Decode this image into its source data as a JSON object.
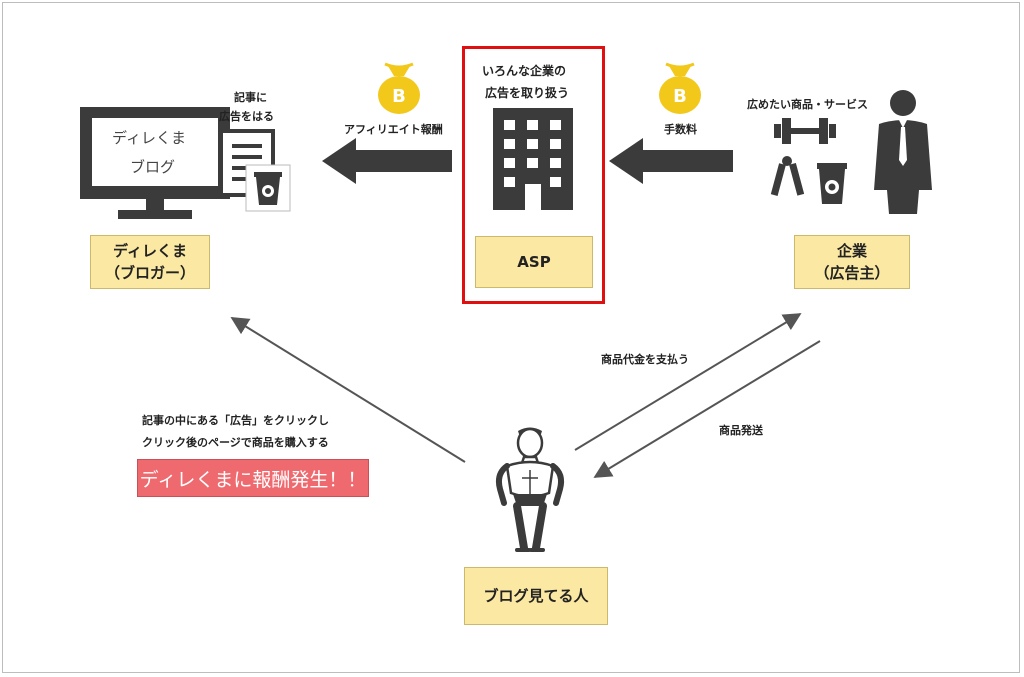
{
  "asp": {
    "header_line1": "いろんな企業の",
    "header_line2": "広告を取り扱う",
    "label": "ASP"
  },
  "blogger": {
    "screen_line1": "ディレくま",
    "screen_line2": "ブログ",
    "article_line1": "記事に",
    "article_line2": "広告をはる",
    "label_line1": "ディレくま",
    "label_line2": "（ブロガー）"
  },
  "company": {
    "products": "広めたい商品・サービス",
    "label_line1": "企業",
    "label_line2": "（広告主）"
  },
  "reader": {
    "label": "ブログ見てる人"
  },
  "flows": {
    "reward": "アフィリエイト報酬",
    "fee": "手数料",
    "pay": "商品代金を支払う",
    "ship": "商品発送"
  },
  "notes": {
    "click_line1": "記事の中にある「広告」をクリックし",
    "click_line2": "クリック後のページで商品を購入する",
    "reward_banner": "ディレくまに報酬発生！！"
  },
  "icons": {
    "coin_symbol": "B"
  },
  "colors": {
    "label_fill": "#fbe8a2",
    "asp_border": "#e01010",
    "banner": "#ef6a6f",
    "coin": "#f2c81a",
    "dark": "#3b3b3b"
  }
}
